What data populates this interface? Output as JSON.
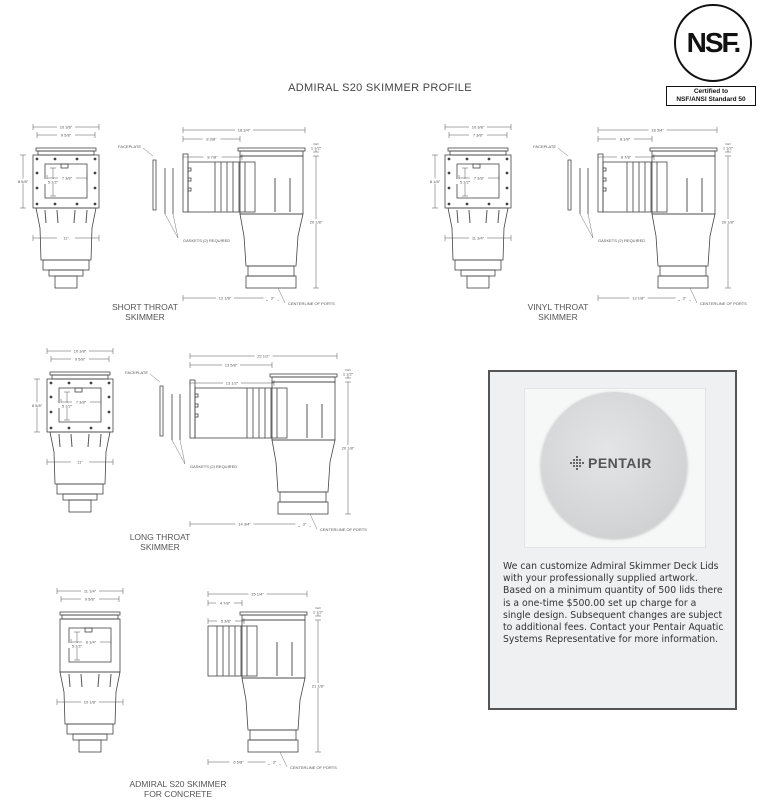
{
  "title": "ADMIRAL S20 SKIMMER PROFILE",
  "nsf": {
    "logo": "NSF.",
    "cert_line1": "Certified to",
    "cert_line2": "NSF/ANSI Standard 50"
  },
  "labels": {
    "faceplate": "FACEPLATE",
    "gaskets": "GASKETS (2) REQUIRED",
    "centerline": "CENTERLINE OF PORTS"
  },
  "drawings": [
    {
      "caption": [
        "SHORT THROAT",
        "SKIMMER"
      ],
      "front": {
        "top1": "10 3/8\"",
        "top2": "9 5/8\"",
        "height": "8 5/8\"",
        "inner_w": "7 3/8\"",
        "inner_h": "5 1/2\"",
        "bottom": "11\""
      },
      "side": {
        "overall": "18 3/4\"",
        "throat1": "8 3/8\"",
        "throat2": "8 7/8\"",
        "lip": "1 1/2\"",
        "height": "20 1/8\"",
        "base": "12 1/8\"",
        "port": "3\""
      }
    },
    {
      "caption": [
        "VINYL THROAT",
        "SKIMMER"
      ],
      "front": {
        "top1": "10 3/8\"",
        "top2": "7 3/8\"",
        "height": "8 1/8\"",
        "inner_w": "7 3/8\"",
        "inner_h": "5 1/2\"",
        "bottom": "11 3/4\""
      },
      "side": {
        "overall": "18 3/4\"",
        "throat1": "8 1/8\"",
        "throat2": "8 7/8\"",
        "lip": "1 1/2\"",
        "height": "20 1/8\"",
        "base": "12 1/8\"",
        "port": "3\""
      }
    },
    {
      "caption": [
        "LONG THROAT",
        "SKIMMER"
      ],
      "front": {
        "top1": "10 3/8\"",
        "top2": "9 5/8\"",
        "height": "8 5/8\"",
        "inner_w": "7 3/8\"",
        "inner_h": "5 1/2\"",
        "bottom": "11\""
      },
      "side": {
        "overall": "22 1/2\"",
        "throat1": "13 5/8\"",
        "throat2": "13 1/2\"",
        "lip": "1 1/2\"",
        "height": "20 1/8\"",
        "base": "14 3/4\"",
        "port": "3\""
      }
    },
    {
      "caption": [
        "ADMIRAL S20 SKIMMER",
        "FOR CONCRETE"
      ],
      "front": {
        "top1": "11 1/4\"",
        "top2": "9 5/8\"",
        "inner_w": "6 1/4\"",
        "inner_h": "5 1/2\"",
        "bottom": "10 1/8\""
      },
      "side": {
        "overall": "15 1/4\"",
        "throat1": "4 7/8\"",
        "throat2": "5 3/8\"",
        "lip": "1 1/2\"",
        "height": "21 1/8\"",
        "base": "6 5/8\"",
        "port": "3\""
      }
    }
  ],
  "promo": {
    "brand": "PENTAIR",
    "text": "We can customize Admiral Skimmer Deck Lids with your professionally supplied artwork. Based on a minimum quantity of 500 lids there is a one-time $500.00 set up charge for a single design. Subsequent changes are subject to additional fees. Contact your Pentair Aquatic Systems Representative for more information."
  }
}
